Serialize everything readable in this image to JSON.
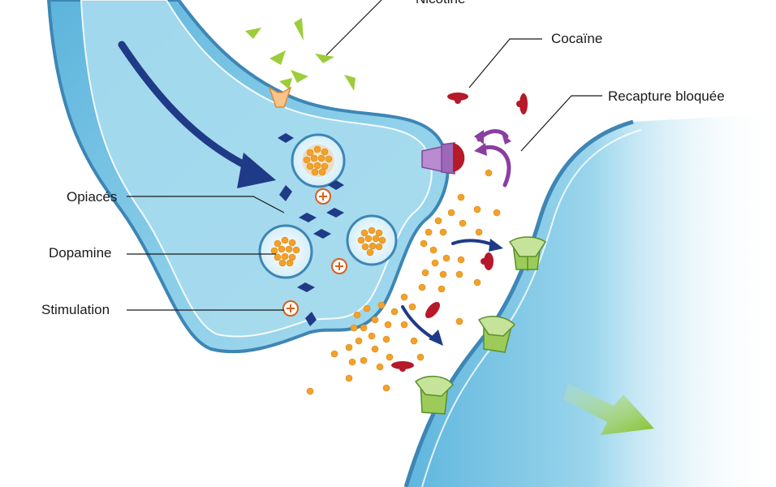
{
  "labels": {
    "nicotine": "Nicotine",
    "cocaine": "Cocaïne",
    "reuptake_blocked": "Recapture bloquée",
    "opiates": "Opiacés",
    "dopamine": "Dopamine",
    "stimulation": "Stimulation"
  },
  "colors": {
    "neuron_fill": "#8fd0ea",
    "neuron_light": "#c9eaf6",
    "membrane_edge": "#3d86b5",
    "arrow_navy": "#1f3a86",
    "dopamine_orange": "#f2a12b",
    "cocaine_red": "#b5192a",
    "nicotine_green": "#9ccd3a",
    "reuptake_purple": "#8a3fa0",
    "receptor_green": "#9ccb5a",
    "signal_arrow_green": "#7fbf22"
  }
}
